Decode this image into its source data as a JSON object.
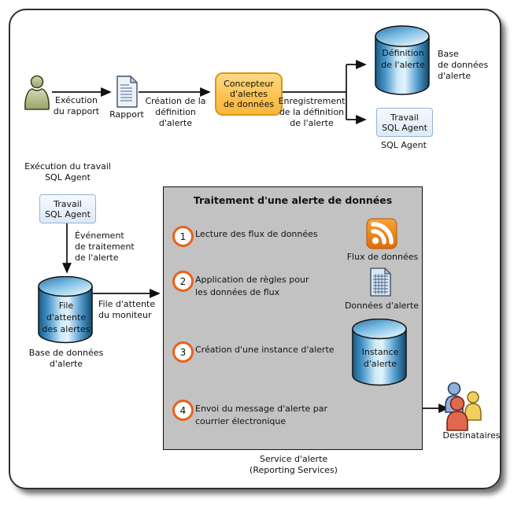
{
  "top_flow": {
    "exec_report_label": "Exécution\ndu rapport",
    "report_label": "Rapport",
    "create_def_label": "Création de la\ndéfinition\nd'alerte",
    "designer_box": "Concepteur\nd'alertes\nde données",
    "save_def_label": "Enregistrement\nde la définition\nde l'alerte",
    "definition_cylinder": "Définition\nde l'alerte",
    "alert_db_label": "Base\nde données\nd'alerte",
    "sql_agent_job_box": "Travail\nSQL Agent",
    "sql_agent_caption": "SQL Agent"
  },
  "left_flow": {
    "job_exec_label": "Exécution du travail\nSQL Agent",
    "sql_agent_job_box": "Travail\nSQL Agent",
    "event_label": "Événement\nde traitement\nde l'alerte",
    "queue_cylinder": "File\nd'attente\ndes alertes",
    "queue_db_label": "Base de données\nd'alerte",
    "monitor_label": "File d'attente\ndu moniteur"
  },
  "panel": {
    "title": "Traitement d'une alerte de données",
    "steps": [
      {
        "num": "1",
        "text": "Lecture des flux de données"
      },
      {
        "num": "2",
        "text": "Application de règles pour\nles données de flux"
      },
      {
        "num": "3",
        "text": "Création d'une instance d'alerte"
      },
      {
        "num": "4",
        "text": "Envoi du message d'alerte par\ncourrier électronique"
      }
    ],
    "feed_label": "Flux de données",
    "alert_data_label": "Données d'alerte",
    "instance_cylinder": "Instance\nd'alerte",
    "caption": "Service d'alerte\n(Reporting Services)"
  },
  "recipients_label": "Destinataires",
  "colors": {
    "step_badge_ring": "#e8611c",
    "panel_gray": "#c2c2c2",
    "designer_fill": "#fbc14f",
    "designer_border": "#d9961b",
    "cylinder_blue_dark": "#155a86",
    "cylinder_blue_light": "#e2f3fc",
    "agent_box_fill": "#dde9f7",
    "agent_box_border": "#93b2d9",
    "feed_icon_orange": "#e8750e"
  }
}
